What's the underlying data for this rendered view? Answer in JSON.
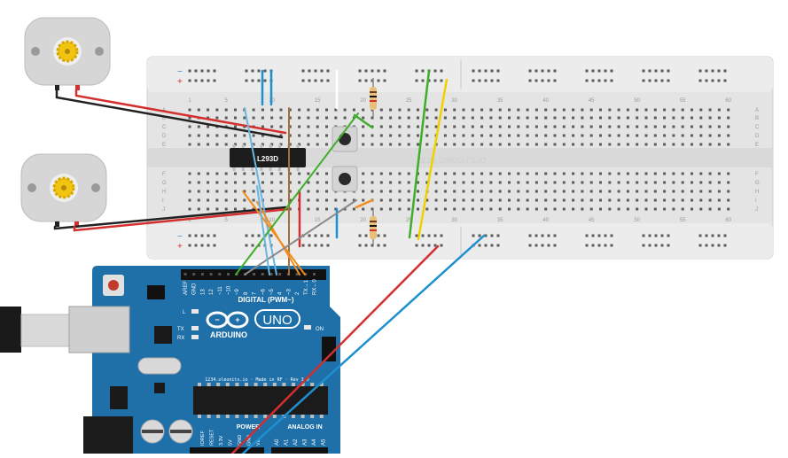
{
  "breadboard": {
    "watermark": "123D.CIRCUITS.IO",
    "top_numbers": [
      "1",
      "5",
      "10",
      "15",
      "20",
      "25",
      "30",
      "35",
      "40",
      "45",
      "50",
      "55",
      "60"
    ],
    "bottom_numbers": [
      "1",
      "5",
      "10",
      "15",
      "20",
      "25",
      "30",
      "35",
      "40",
      "45",
      "50",
      "55",
      "60"
    ],
    "rows_left": [
      "A",
      "B",
      "C",
      "D",
      "E",
      "F",
      "G",
      "H",
      "I",
      "J"
    ],
    "rows_right": [
      "A",
      "B",
      "C",
      "D",
      "E",
      "F",
      "G",
      "H",
      "I",
      "J"
    ],
    "rail_minus": "−",
    "rail_plus": "+"
  },
  "chip": {
    "label": "L293D"
  },
  "arduino": {
    "brand": "ARDUINO",
    "model": "UNO",
    "digital_label": "DIGITAL (PWM~)",
    "header_pins": [
      "AREF",
      "GND",
      "13",
      "12",
      "~11",
      "~10",
      "~9",
      "8",
      "7",
      "~6",
      "~5",
      "4",
      "~3",
      "2",
      "TX→1",
      "RX←0"
    ],
    "led_l": "L",
    "led_tx": "TX",
    "led_rx": "RX",
    "led_on": "ON",
    "made_in": "1234.vleonits.io · Made in RF · Rev 3.0",
    "power_label": "POWER",
    "analog_label": "ANALOG IN",
    "power_pins": [
      "IOREF",
      "RESET",
      "3.3V",
      "5V",
      "GND",
      "GND",
      "Vin"
    ],
    "analog_pins": [
      "A0",
      "A1",
      "A2",
      "A3",
      "A4",
      "A5"
    ]
  },
  "colors": {
    "wire_red": "#d32f2f",
    "wire_black": "#222222",
    "wire_blue": "#1e90d0",
    "wire_green": "#3fae2a",
    "wire_yellow": "#f0d000",
    "wire_orange": "#f08c1e",
    "wire_gray": "#8a8a8a",
    "wire_brown": "#a0703c",
    "wire_lightblue": "#6ab6e0",
    "board_blue": "#1f6fa8"
  }
}
